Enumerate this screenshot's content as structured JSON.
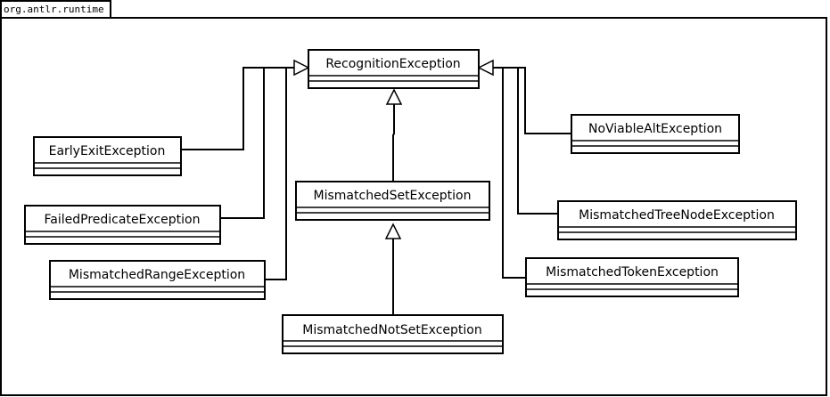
{
  "package": {
    "name": "org.antlr.runtime"
  },
  "classes": {
    "recognition": "RecognitionException",
    "early_exit": "EarlyExitException",
    "failed_predicate": "FailedPredicateException",
    "mismatched_range": "MismatchedRangeException",
    "mismatched_set": "MismatchedSetException",
    "mismatched_not_set": "MismatchedNotSetException",
    "no_viable_alt": "NoViableAltException",
    "mismatched_tree_node": "MismatchedTreeNodeException",
    "mismatched_token": "MismatchedTokenException"
  },
  "relations": [
    {
      "child": "early_exit",
      "parent": "recognition",
      "type": "generalization"
    },
    {
      "child": "failed_predicate",
      "parent": "recognition",
      "type": "generalization"
    },
    {
      "child": "mismatched_range",
      "parent": "recognition",
      "type": "generalization"
    },
    {
      "child": "mismatched_set",
      "parent": "recognition",
      "type": "generalization"
    },
    {
      "child": "mismatched_not_set",
      "parent": "mismatched_set",
      "type": "generalization"
    },
    {
      "child": "no_viable_alt",
      "parent": "recognition",
      "type": "generalization"
    },
    {
      "child": "mismatched_tree_node",
      "parent": "recognition",
      "type": "generalization"
    },
    {
      "child": "mismatched_token",
      "parent": "recognition",
      "type": "generalization"
    }
  ]
}
